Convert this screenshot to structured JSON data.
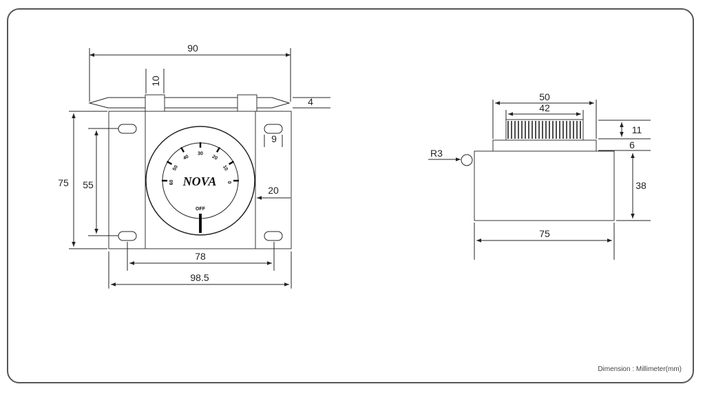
{
  "front_view": {
    "dims": {
      "total_width": "90",
      "probe_clip": "10",
      "probe_dia": "4",
      "height": "75",
      "hole_spacing_v": "55",
      "slot_width": "9",
      "side_margin": "20",
      "hole_spacing_h": "78",
      "base_width": "98.5"
    },
    "dial": {
      "brand": "NOVA",
      "ticks": [
        "60",
        "50",
        "40",
        "30",
        "20",
        "10",
        "0"
      ],
      "off_label": "OFF"
    }
  },
  "side_view": {
    "dims": {
      "knob_outer": "50",
      "knob_inner": "42",
      "knob_height": "11",
      "collar_height": "6",
      "body_height": "38",
      "body_width": "75",
      "corner_radius": "R3"
    }
  },
  "footer": {
    "unit_note": "Dimension : Millimeter(mm)"
  },
  "colors": {
    "stroke": "#222222",
    "frame": "#555555",
    "background": "#ffffff"
  }
}
